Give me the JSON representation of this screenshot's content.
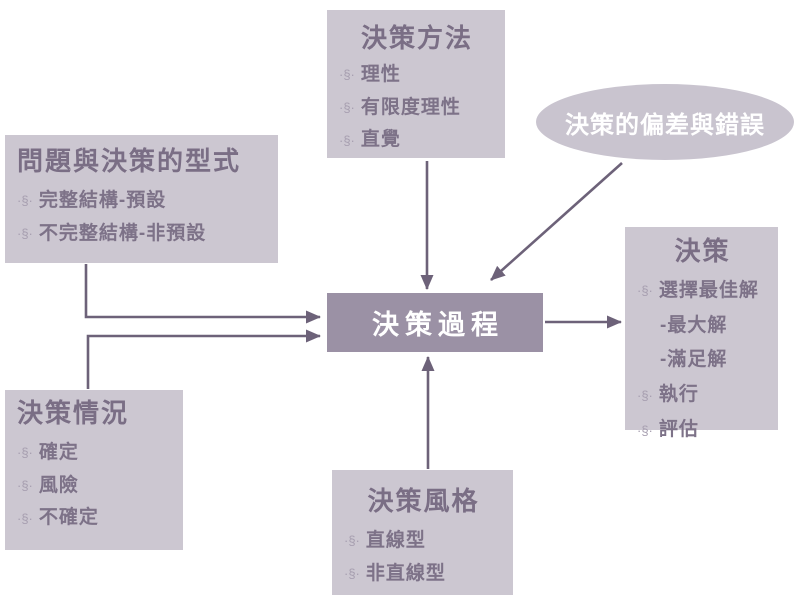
{
  "bullet_glyph": "·§·",
  "colors": {
    "background": "#ffffff",
    "box_bg": "#ccc7d1",
    "box_title": "#7a6e85",
    "box_item": "#7d7288",
    "bullet": "#a79fb0",
    "center_bg": "#9b91a5",
    "center_text": "#ffffff",
    "ellipse_bg": "#c9c4cf",
    "ellipse_text": "#ffffff",
    "arrow": "#6d6279"
  },
  "nodes": {
    "methods": {
      "title": "決策方法",
      "items": [
        {
          "text": "理性"
        },
        {
          "text": "有限度理性"
        },
        {
          "text": "直覺"
        }
      ]
    },
    "biases": {
      "title": "決策的偏差與錯誤"
    },
    "types": {
      "title": "問題與決策的型式",
      "items": [
        {
          "text": "完整結構-預設"
        },
        {
          "text": "不完整結構-非預設"
        }
      ]
    },
    "conditions": {
      "title": "決策情況",
      "items": [
        {
          "text": "確定"
        },
        {
          "text": "風險"
        },
        {
          "text": "不確定"
        }
      ]
    },
    "process": {
      "title": "決策過程"
    },
    "styles": {
      "title": "決策風格",
      "items": [
        {
          "text": "直線型"
        },
        {
          "text": "非直線型"
        }
      ]
    },
    "decision": {
      "title": "決策",
      "items": [
        {
          "text": "選擇最佳解"
        },
        {
          "text": "-最大解",
          "sub": true
        },
        {
          "text": "-滿足解",
          "sub": true
        },
        {
          "text": "執行"
        },
        {
          "text": "評估"
        }
      ]
    }
  }
}
